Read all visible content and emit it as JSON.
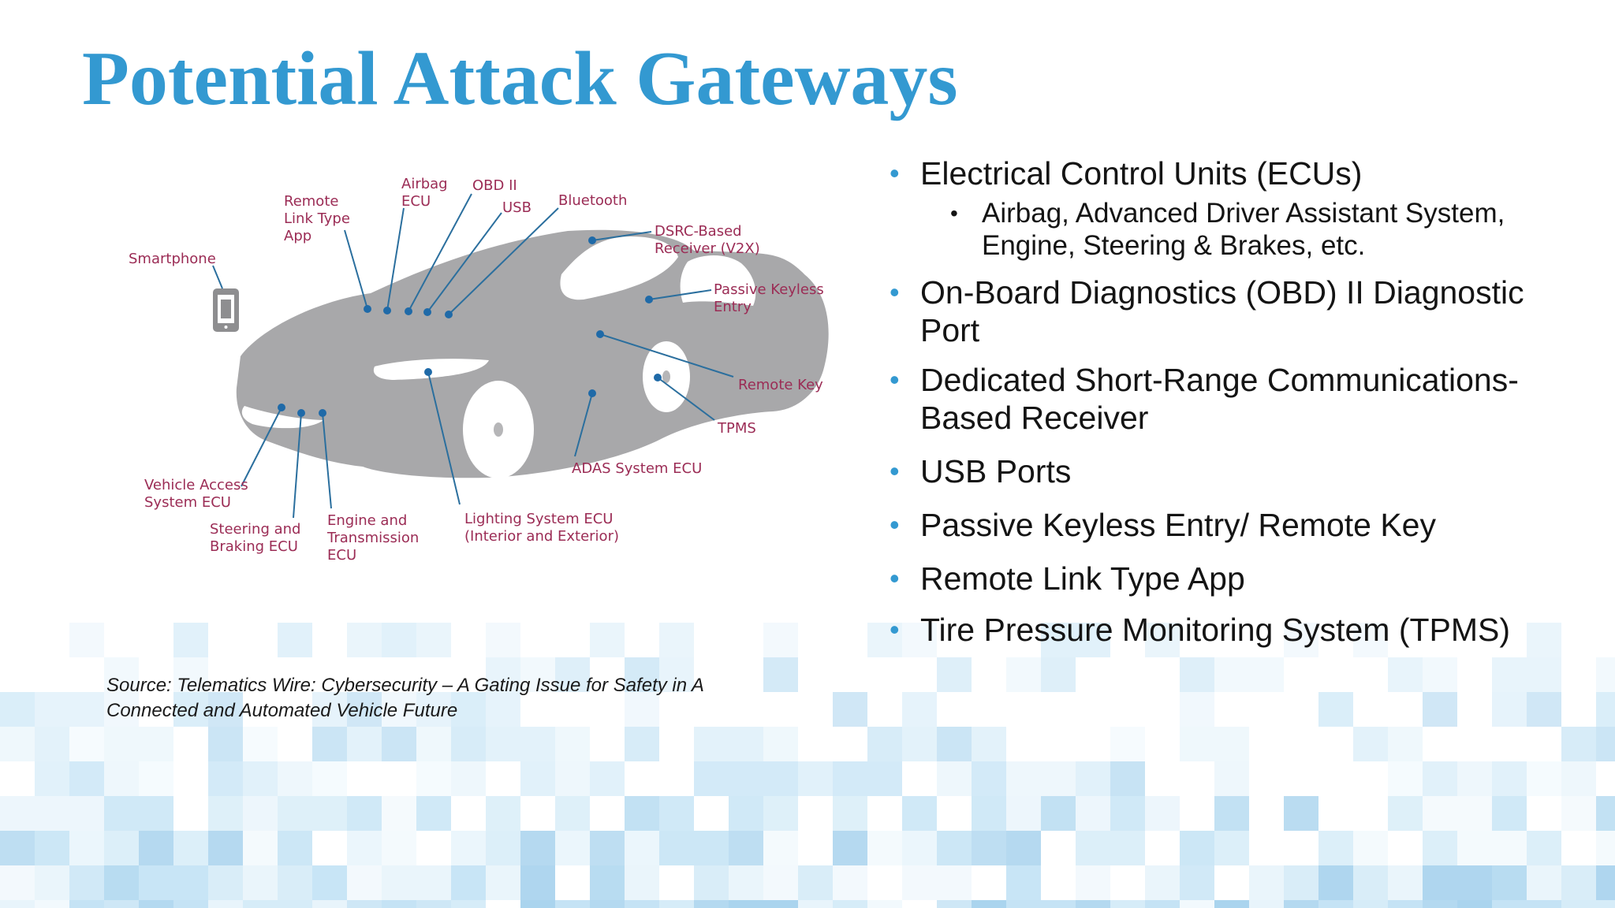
{
  "slide": {
    "title": "Potential Attack Gateways",
    "source": "Source: Telematics Wire: Cybersecurity – A Gating Issue for Safety in A Connected and Automated Vehicle Future"
  },
  "colors": {
    "title": "#3399d1",
    "bullet_marker": "#3399d1",
    "diagram_label": "#9b2c55",
    "car_body": "#a8a8aa",
    "leader_line": "#2b6f9e"
  },
  "diagram": {
    "labels": {
      "smartphone": [
        "Smartphone"
      ],
      "remote_link": [
        "Remote",
        "Link Type",
        "App"
      ],
      "airbag_ecu": [
        "Airbag",
        "ECU"
      ],
      "obd_ii": [
        "OBD II"
      ],
      "usb": [
        "USB"
      ],
      "bluetooth": [
        "Bluetooth"
      ],
      "dsrc": [
        "DSRC-Based",
        "Receiver (V2X)"
      ],
      "passive_keyless": [
        "Passive Keyless",
        "Entry"
      ],
      "remote_key": [
        "Remote Key"
      ],
      "tpms": [
        "TPMS"
      ],
      "adas": [
        "ADAS System ECU"
      ],
      "lighting": [
        "Lighting System ECU",
        "(Interior and Exterior)"
      ],
      "engine": [
        "Engine and",
        "Transmission",
        "ECU"
      ],
      "steering": [
        "Steering and",
        "Braking ECU"
      ],
      "vehicle_access": [
        "Vehicle Access",
        "System ECU"
      ]
    }
  },
  "bullets": [
    {
      "text": "Electrical Control Units (ECUs)",
      "sub": [
        "Airbag, Advanced Driver Assistant System, Engine, Steering & Brakes, etc."
      ]
    },
    {
      "text": "On-Board Diagnostics (OBD) II Diagnostic Port"
    },
    {
      "text": "Dedicated Short-Range Communications-Based Receiver"
    },
    {
      "text": "USB Ports"
    },
    {
      "text": "Passive Keyless Entry/ Remote Key"
    },
    {
      "text": "Remote Link Type App"
    },
    {
      "text": "Tire Pressure Monitoring System (TPMS)"
    }
  ]
}
